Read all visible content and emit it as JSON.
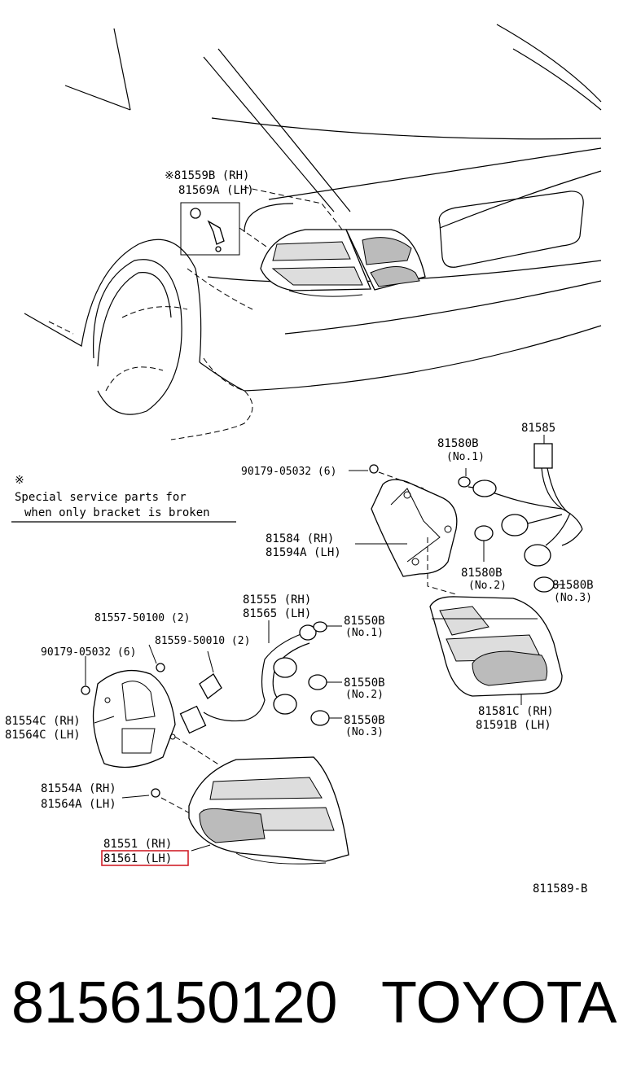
{
  "note": {
    "symbol": "※",
    "line1": "Special service parts for",
    "line2": "when only bracket is broken"
  },
  "callouts": {
    "c81559B": "※81559B (RH)",
    "c81569A": "81569A (LH)",
    "c81585": "81585",
    "c81580B_1": "81580B",
    "c81580B_1_sub": "(No.1)",
    "c90179_top": "90179-05032 (6)",
    "c81584": "81584  (RH)",
    "c81594A": "81594A (LH)",
    "c81580B_2": "81580B",
    "c81580B_2_sub": "(No.2)",
    "c81580B_3": "81580B",
    "c81580B_3_sub": "(No.3)",
    "c81555": "81555 (RH)",
    "c81565": "81565 (LH)",
    "c81557": "81557-50100 (2)",
    "c81550B_1": "81550B",
    "c81550B_1_sub": "(No.1)",
    "c81559_50010": "81559-50010 (2)",
    "c90179_left": "90179-05032 (6)",
    "c81550B_2": "81550B",
    "c81550B_2_sub": "(No.2)",
    "c81581C": "81581C (RH)",
    "c81591B": "81591B (LH)",
    "c81554C": "81554C (RH)",
    "c81564C": "81564C (LH)",
    "c81550B_3": "81550B",
    "c81550B_3_sub": "(No.3)",
    "c81554A": "81554A (RH)",
    "c81564A": "81564A (LH)",
    "c81551": "81551 (RH)",
    "c81561": "81561 (LH)"
  },
  "figure_code": "811589-B",
  "footer": {
    "part_number": "8156150120",
    "brand": "TOYOTA"
  },
  "highlight_color": "#d0202a"
}
